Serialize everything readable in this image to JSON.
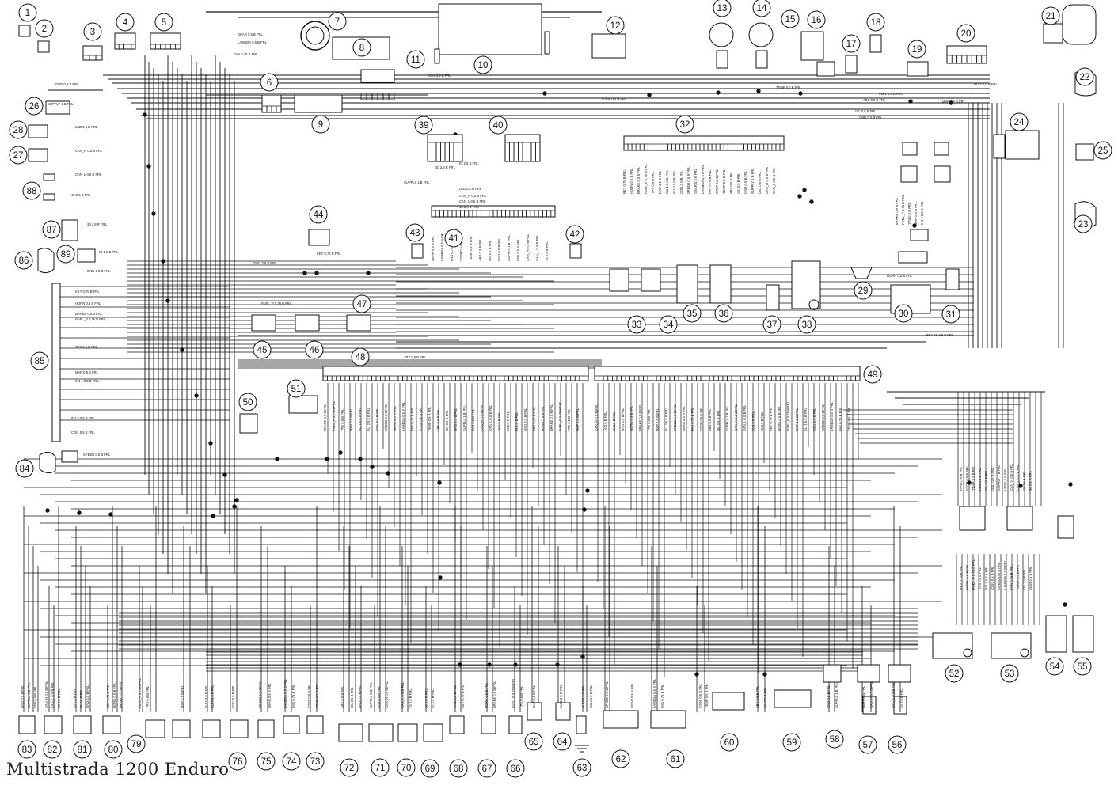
{
  "caption": "Multistrada 1200 Enduro",
  "components": [
    "1",
    "2",
    "3",
    "4",
    "5",
    "6",
    "7",
    "8",
    "9",
    "10",
    "11",
    "12",
    "13",
    "14",
    "15",
    "16",
    "17",
    "18",
    "19",
    "20",
    "21",
    "22",
    "23",
    "24",
    "25",
    "26",
    "27",
    "28",
    "29",
    "30",
    "31",
    "32",
    "33",
    "34",
    "35",
    "36",
    "37",
    "38",
    "39",
    "40",
    "41",
    "42",
    "43",
    "44",
    "45",
    "46",
    "47",
    "48",
    "49",
    "50",
    "51",
    "52",
    "53",
    "54",
    "55",
    "56",
    "57",
    "58",
    "59",
    "60",
    "61",
    "62",
    "63",
    "64",
    "65",
    "66",
    "67",
    "68",
    "69",
    "70",
    "71",
    "72",
    "73",
    "74",
    "75",
    "76",
    "79",
    "80",
    "81",
    "82",
    "83",
    "84",
    "85",
    "86",
    "87",
    "88",
    "89"
  ],
  "wire_labels": [
    "GND 0,5 B FRL",
    "SUPPLY 1 B FRL",
    "LED 0,5 B FRL",
    "CAN_H 0,5 B FRL",
    "CAN_L 0,5 B FRL",
    "15 2,5 B FRL",
    "30 2,5 R FRL",
    "IG 2,5 B FRL",
    "GND 2,5 B FRL",
    "KEY 0,75 B FRL",
    "HORN 0,5 B FRL",
    "BRAKE 0,5 B FRL",
    "FUEL_P 0,75 B FRL",
    "TPS 0,5 B FRL",
    "MAP 0,5 B FRL",
    "INJ 1 0,5 B FRL",
    "INJ 2 0,5 B FRL",
    "COIL 0,5 B FRL",
    "SPEED 0,5 B FRL",
    "GEAR 0,5 B FRL",
    "LAMBDA 0,5 B FRL",
    "FAN 0,75 B FRL",
    "STOP 0,5 B FRL",
    "TEMP 0,5 B FRL",
    "ABS 0,5 B FRL",
    "OIL 0,5 B FRL"
  ]
}
